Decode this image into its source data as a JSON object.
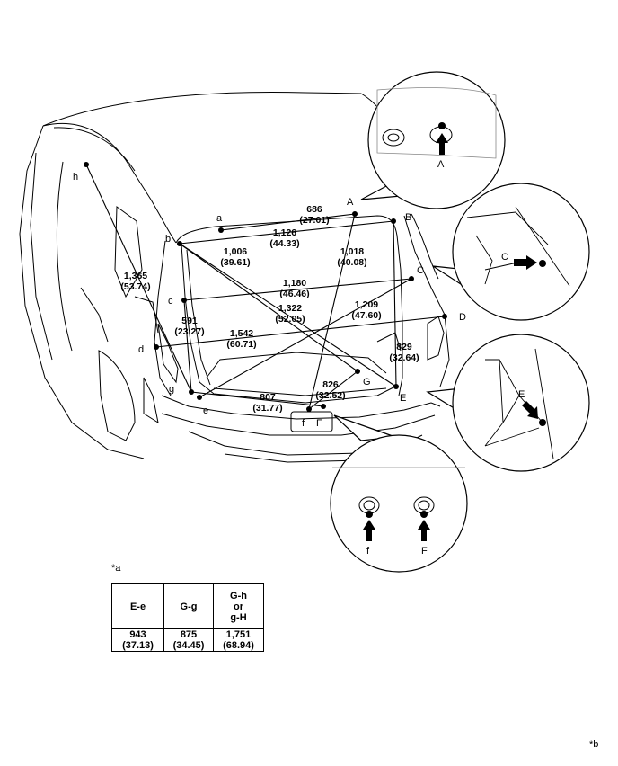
{
  "dimensions": {
    "a_A": {
      "mm": "686",
      "in": "(27.01)"
    },
    "a_B": {
      "mm": "1,126",
      "in": "(44.33)"
    },
    "b_G": {
      "mm": "1,006",
      "in": "(39.61)"
    },
    "f_A": {
      "mm": "1,018",
      "in": "(40.08)"
    },
    "h_g": {
      "mm": "1,365",
      "in": "(53.74)"
    },
    "c_C": {
      "mm": "1,180",
      "in": "(46.46)"
    },
    "b_E": {
      "mm": "1,322",
      "in": "(52.05)"
    },
    "e_C": {
      "mm": "1,209",
      "in": "(47.60)"
    },
    "c_g": {
      "mm": "591",
      "in": "(23.27)"
    },
    "d_D": {
      "mm": "1,542",
      "in": "(60.71)"
    },
    "B_E": {
      "mm": "829",
      "in": "(32.64)"
    },
    "f_G": {
      "mm": "826",
      "in": "(32.52)"
    },
    "g_F": {
      "mm": "807",
      "in": "(31.77)"
    }
  },
  "points": {
    "a": "a",
    "A": "A",
    "b": "b",
    "B": "B",
    "c": "c",
    "C": "C",
    "d": "d",
    "D": "D",
    "e": "e",
    "E": "E",
    "f": "f",
    "F": "F",
    "g": "g",
    "G": "G",
    "h": "h"
  },
  "detail_labels": {
    "A": "A",
    "C": "C",
    "E": "E",
    "f": "f",
    "F": "F"
  },
  "note_a": "*a",
  "note_b": "*b",
  "table": {
    "headers": [
      "E-e",
      "G-g",
      "G-h\nor\ng-H"
    ],
    "values": [
      {
        "mm": "943",
        "in": "(37.13)"
      },
      {
        "mm": "875",
        "in": "(34.45)"
      },
      {
        "mm": "1,751",
        "in": "(68.94)"
      }
    ]
  }
}
